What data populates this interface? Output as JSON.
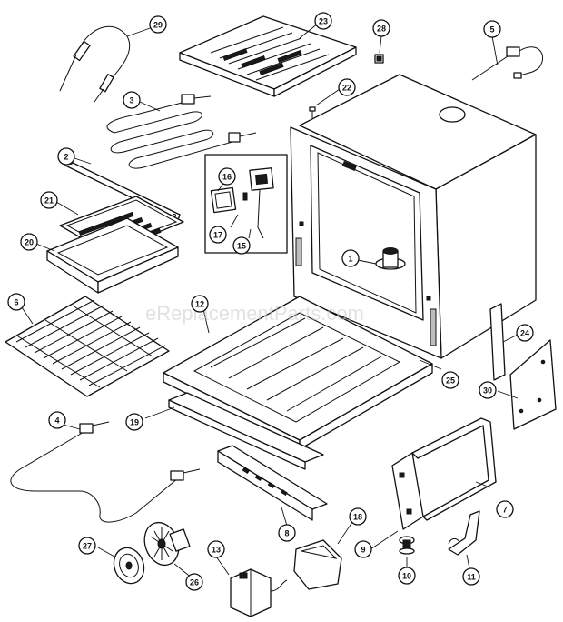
{
  "watermark": "eReplacementParts.com",
  "callouts": [
    {
      "id": "29",
      "label": "29"
    },
    {
      "id": "23",
      "label": "23"
    },
    {
      "id": "28",
      "label": "28"
    },
    {
      "id": "5",
      "label": "5"
    },
    {
      "id": "3",
      "label": "3"
    },
    {
      "id": "22",
      "label": "22"
    },
    {
      "id": "2",
      "label": "2"
    },
    {
      "id": "16",
      "label": "16"
    },
    {
      "id": "21",
      "label": "21"
    },
    {
      "id": "17",
      "label": "17"
    },
    {
      "id": "15",
      "label": "15"
    },
    {
      "id": "20",
      "label": "20"
    },
    {
      "id": "1",
      "label": "1"
    },
    {
      "id": "6",
      "label": "6"
    },
    {
      "id": "12",
      "label": "12"
    },
    {
      "id": "24",
      "label": "24"
    },
    {
      "id": "25",
      "label": "25"
    },
    {
      "id": "30",
      "label": "30"
    },
    {
      "id": "4",
      "label": "4"
    },
    {
      "id": "19",
      "label": "19"
    },
    {
      "id": "7",
      "label": "7"
    },
    {
      "id": "8",
      "label": "8"
    },
    {
      "id": "18",
      "label": "18"
    },
    {
      "id": "9",
      "label": "9"
    },
    {
      "id": "27",
      "label": "27"
    },
    {
      "id": "13",
      "label": "13"
    },
    {
      "id": "10",
      "label": "10"
    },
    {
      "id": "11",
      "label": "11"
    },
    {
      "id": "26",
      "label": "26"
    }
  ]
}
